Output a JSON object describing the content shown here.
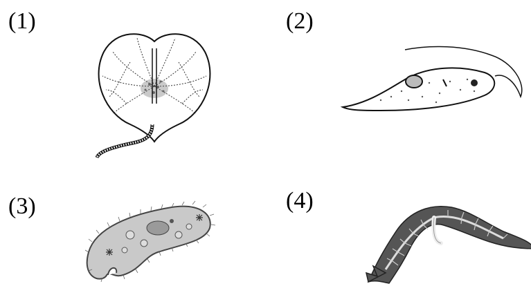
{
  "labels": {
    "one": "(1)",
    "two": "(2)",
    "three": "(3)",
    "four": "(4)"
  },
  "colors": {
    "ink": "#111111",
    "paramecium_body": "#c9c9c9",
    "planaria_body": "#555555"
  },
  "figures": [
    {
      "label_ref": "one",
      "icon": "noctiluca-illustration"
    },
    {
      "label_ref": "two",
      "icon": "euglena-illustration"
    },
    {
      "label_ref": "three",
      "icon": "paramecium-illustration"
    },
    {
      "label_ref": "four",
      "icon": "planaria-illustration"
    }
  ]
}
